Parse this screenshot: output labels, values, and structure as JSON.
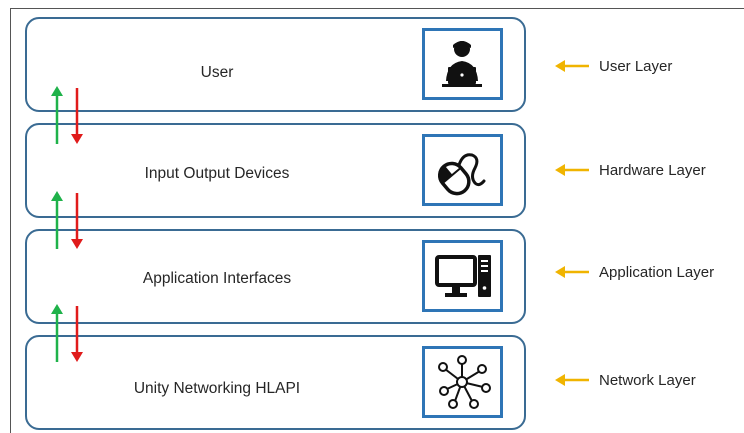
{
  "layers": [
    {
      "label": "User",
      "icon": "user-laptop-icon",
      "side_label": "User Layer"
    },
    {
      "label": "Input Output Devices",
      "icon": "mouse-icon",
      "side_label": "Hardware Layer"
    },
    {
      "label": "Application Interfaces",
      "icon": "desktop-computer-icon",
      "side_label": "Application Layer"
    },
    {
      "label": "Unity Networking HLAPI",
      "icon": "network-nodes-icon",
      "side_label": "Network Layer"
    }
  ],
  "colors": {
    "layer_border": "#3a6b93",
    "icon_border": "#2e75b6",
    "up_arrow": "#1fb24a",
    "down_arrow": "#e01b1b",
    "side_arrow": "#f0b400"
  }
}
